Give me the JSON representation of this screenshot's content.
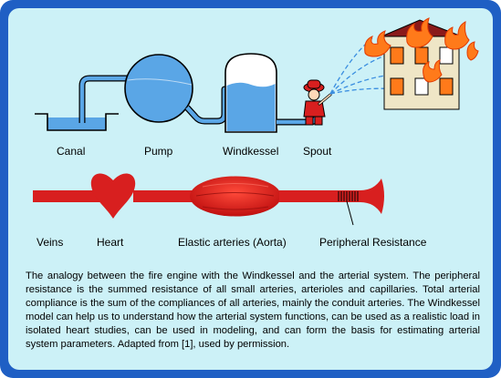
{
  "labels": {
    "canal": "Canal",
    "pump": "Pump",
    "windkessel": "Windkessel",
    "spout": "Spout",
    "veins": "Veins",
    "heart": "Heart",
    "elastic_arteries": "Elastic arteries (Aorta)",
    "peripheral_resistance": "Peripheral Resistance"
  },
  "caption": "The analogy between the fire engine with the Windkessel and the arterial system. The peripheral resistance is the summed resistance of all small arteries, arterioles and capillaries. Total arterial compliance is the sum of the compliances of all arteries, mainly the conduit arteries. The Windkessel model can help us to understand how the arterial system functions, can be used as a realistic load in isolated heart studies, can be used in modeling, and can form the basis for estimating arterial system  parameters. Adapted from [1], used by permission.",
  "colors": {
    "frame": "#1f5fc4",
    "panel": "#ccf1f7",
    "water": "#5aa6e6",
    "artery_red": "#d81f1f",
    "fire_orange": "#ff7a1a"
  }
}
